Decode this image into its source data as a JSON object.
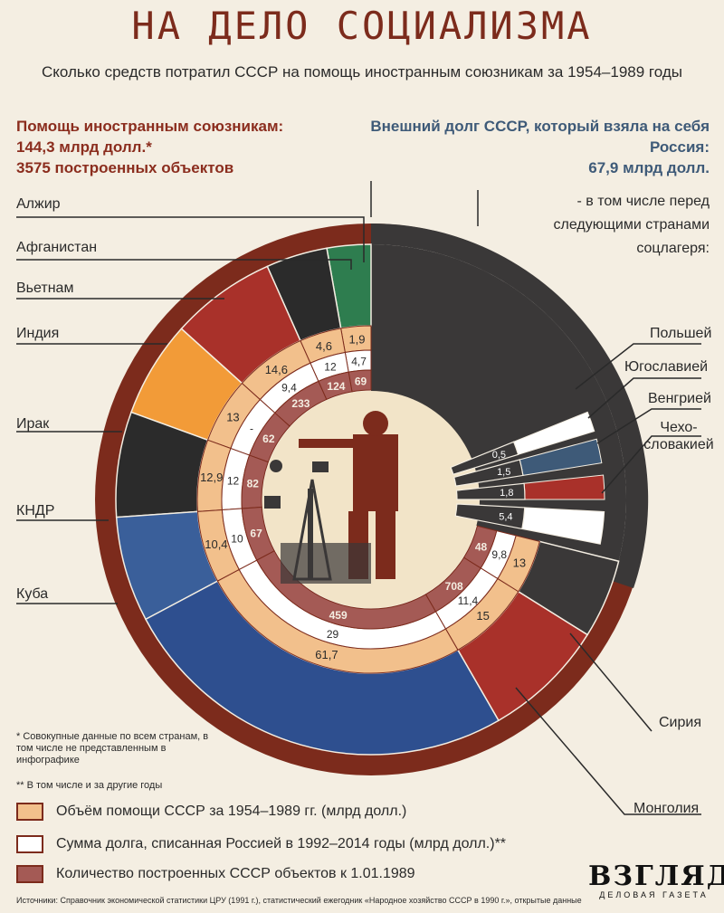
{
  "title": "НА ДЕЛО СОЦИАЛИЗМА",
  "subtitle": "Сколько средств потратил СССР на помощь иностранным союзникам за 1954–1989 годы",
  "aid": {
    "heading": "Помощь иностранным союзникам:",
    "amount": "144,3 млрд долл.*",
    "objects": "3575 построенных объектов"
  },
  "debt": {
    "heading": "Внешний долг СССР, который взяла на себя Россия:",
    "amount": "67,9 млрд долл.",
    "sub": "- в том числе перед следующими странами соцлагеря:"
  },
  "notes": {
    "n1": "* Совокупные данные по всем странам, в том числе не представленным в инфографике",
    "n2": "** В том числе и за другие годы"
  },
  "legend": [
    {
      "label": "Объём помощи СССР за 1954–1989 гг. (млрд долл.)",
      "color": "#f2c08c"
    },
    {
      "label": "Сумма долга, списанная Россией в 1992–2014 годы (млрд долл.)**",
      "color": "#ffffff"
    },
    {
      "label": "Количество построенных СССР объектов к 1.01.1989",
      "color": "#a45a55"
    }
  ],
  "sources": "Источники: Справочник экономической статистики ЦРУ (1991 г.), статистический ежегодник «Народное хозяйство СССР в 1990 г.», открытые данные",
  "logo": {
    "big": "ВЗГЛЯД",
    "small": "ДЕЛОВАЯ ГАЗЕТА"
  },
  "colors": {
    "dark_red": "#7c2b1c",
    "tan": "#f2c08c",
    "mauve": "#a45a55",
    "charcoal": "#3a3838",
    "background": "#f4eee2"
  },
  "chart_data": {
    "type": "table",
    "aid_countries": [
      {
        "country": "Алжир",
        "aid": 1.9,
        "debt_written_off": 4.7,
        "objects": 69
      },
      {
        "country": "Афганистан",
        "aid": 4.6,
        "debt_written_off": 12,
        "objects": 124
      },
      {
        "country": "Вьетнам",
        "aid": 14.6,
        "debt_written_off": 9.4,
        "objects": 233
      },
      {
        "country": "Индия",
        "aid": 13,
        "debt_written_off": "-",
        "objects": 62
      },
      {
        "country": "Ирак",
        "aid": 12.9,
        "debt_written_off": 12,
        "objects": 82
      },
      {
        "country": "КНДР",
        "aid": 10.4,
        "debt_written_off": 10,
        "objects": 67
      },
      {
        "country": "Куба",
        "aid": 61.7,
        "debt_written_off": 29,
        "objects": 459
      },
      {
        "country": "Монголия",
        "aid": 15,
        "debt_written_off": 11.4,
        "objects": 708
      },
      {
        "country": "Сирия",
        "aid": 13,
        "debt_written_off": 9.8,
        "objects": 48
      }
    ],
    "debt_countries": [
      {
        "country": "Польшей",
        "debt": 0.5
      },
      {
        "country": "Югославией",
        "debt": 1.5
      },
      {
        "country": "Венгрией",
        "debt": 1.8
      },
      {
        "country": "Чехо-словакией",
        "debt": 5.4
      }
    ]
  }
}
